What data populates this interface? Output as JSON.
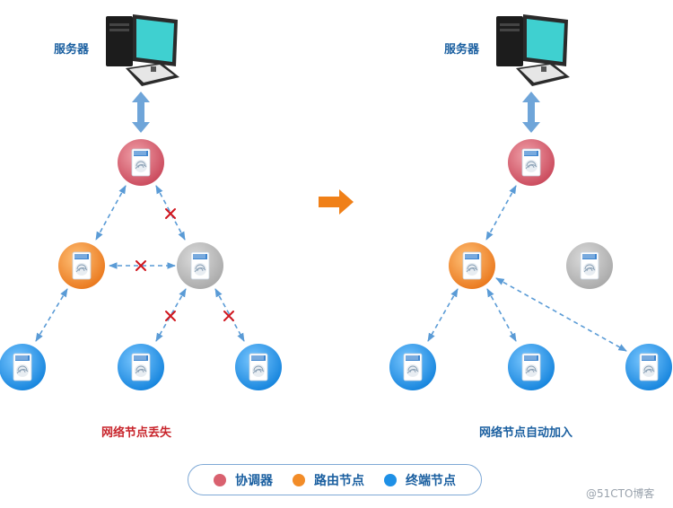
{
  "colors": {
    "coordinator": "#d9616f",
    "router": "#f28c28",
    "terminal": "#1e90e6",
    "lost": "#b8b8b8",
    "link": "#5a9bd6",
    "broken": "#d0161e",
    "server_arrow": "#6fa5d9",
    "transition_arrow": "#f08018"
  },
  "left": {
    "server_label": "服务器",
    "caption": "网络节点丢失"
  },
  "right": {
    "server_label": "服务器",
    "caption": "网络节点自动加入"
  },
  "legend": [
    {
      "label": "协调器",
      "type": "coordinator",
      "color": "#d9616f"
    },
    {
      "label": "路由节点",
      "type": "router",
      "color": "#f28c28"
    },
    {
      "label": "终端节点",
      "type": "terminal",
      "color": "#1e90e6"
    }
  ],
  "watermark": "@51CTO博客"
}
